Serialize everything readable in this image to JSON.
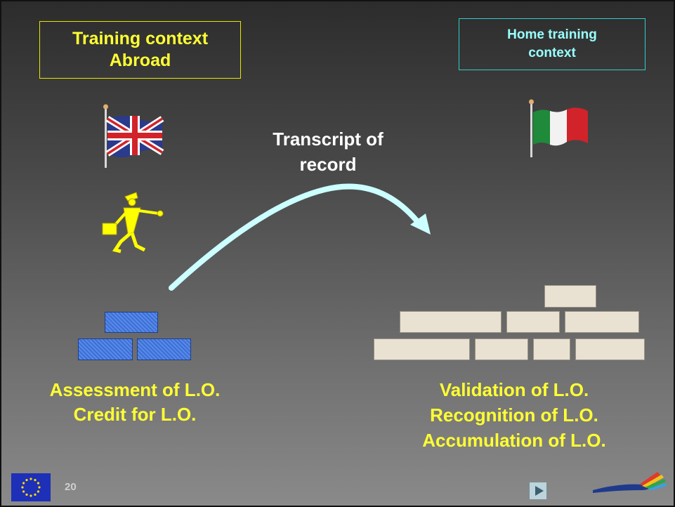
{
  "left_box": {
    "line1": "Training context",
    "line2": "Abroad"
  },
  "right_box": {
    "line1": "Home training",
    "line2": "context"
  },
  "arrow_label": {
    "line1": "Transcript of",
    "line2": "record"
  },
  "left_text": {
    "line1": "Assessment of L.O.",
    "line2": "Credit for L.O."
  },
  "right_text": {
    "line1": "Validation of L.O.",
    "line2": "Recognition of L.O.",
    "line3": "Accumulation of L.O."
  },
  "page_number": "20",
  "icons": {
    "uk_flag": "uk-flag-icon",
    "italy_flag": "italy-flag-icon",
    "traveler": "traveler-figure-icon",
    "eu_logo": "eu-flag-icon",
    "program_logo": "program-logo-icon",
    "next": "next-slide-icon"
  },
  "colors": {
    "yellow_text": "#ffff33",
    "cyan_text": "#99ffff",
    "arrow": "#ccffff",
    "blue_brick": "#3b6fd6",
    "beige_brick": "#e9e2d2"
  }
}
